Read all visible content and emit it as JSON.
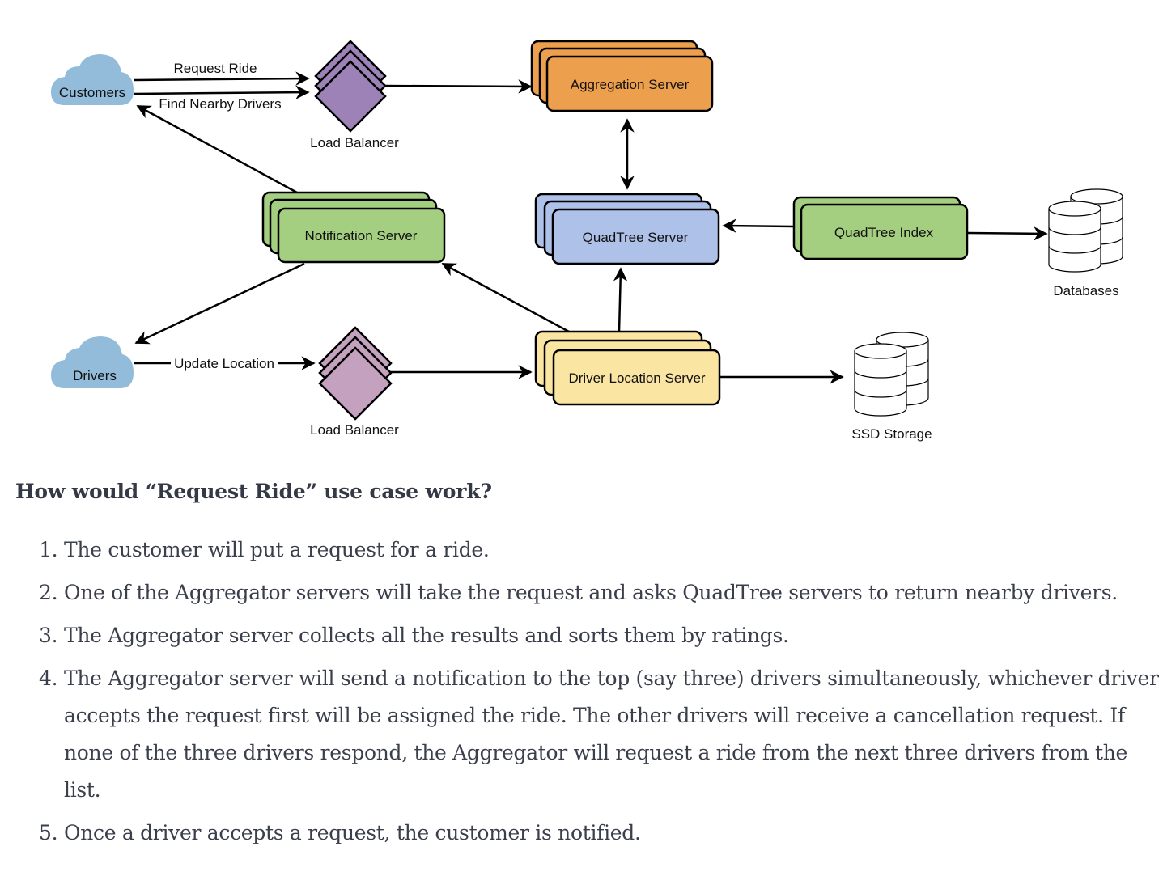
{
  "diagram": {
    "nodes": {
      "customers": "Customers",
      "drivers": "Drivers",
      "load_balancer_top": "Load Balancer",
      "load_balancer_bottom": "Load Balancer",
      "aggregation_server": "Aggregation Server",
      "notification_server": "Notification Server",
      "quadtree_server": "QuadTree Server",
      "quadtree_index": "QuadTree Index",
      "driver_location_server": "Driver Location Server",
      "databases": "Databases",
      "ssd_storage": "SSD Storage"
    },
    "edge_labels": {
      "request_ride": "Request Ride",
      "find_nearby_drivers": "Find Nearby Drivers",
      "update_location": "Update Location"
    },
    "colors": {
      "cloud": "#92bcd9",
      "load_balancer_top": "#9d82b8",
      "load_balancer_bottom": "#c3a1bf",
      "aggregation": "#ec9f4d",
      "notification": "#a5cf80",
      "quadtree_server": "#aec1e8",
      "quadtree_index": "#a5cf80",
      "driver_location": "#fbe5a3"
    }
  },
  "article": {
    "heading": "How would “Request Ride” use case work?",
    "steps": [
      {
        "num": "1.",
        "text": "The customer will put a request for a ride."
      },
      {
        "num": "2.",
        "text": "One of the Aggregator servers will take the request and asks QuadTree servers to return nearby drivers."
      },
      {
        "num": "3.",
        "text": "The Aggregator server collects all the results and sorts them by ratings."
      },
      {
        "num": "4.",
        "text": "The Aggregator server will send a notification to the top (say three) drivers simultaneously, whichever driver accepts the request first will be assigned the ride. The other drivers will receive a cancellation request. If none of the three drivers respond, the Aggregator will request a ride from the next three drivers from the list."
      },
      {
        "num": "5.",
        "text": "Once a driver accepts a request, the customer is notified."
      }
    ]
  }
}
